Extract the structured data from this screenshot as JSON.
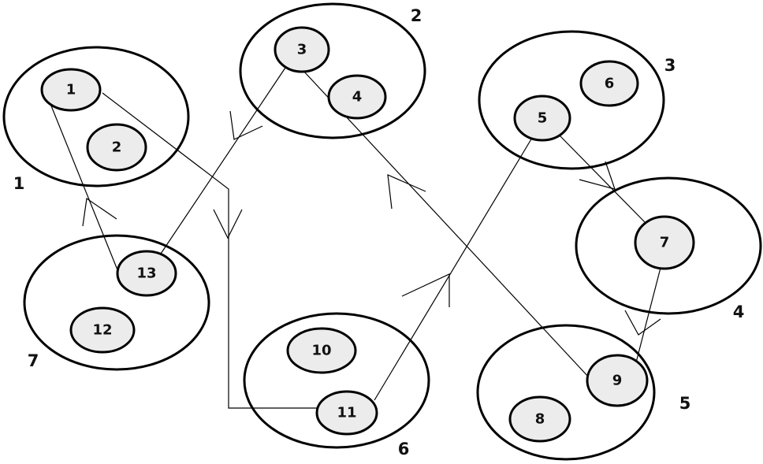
{
  "clusters": [
    {
      "id": "c1",
      "label": "1"
    },
    {
      "id": "c2",
      "label": "2"
    },
    {
      "id": "c3",
      "label": "3"
    },
    {
      "id": "c4",
      "label": "4"
    },
    {
      "id": "c5",
      "label": "5"
    },
    {
      "id": "c6",
      "label": "6"
    },
    {
      "id": "c7",
      "label": "7"
    }
  ],
  "nodes": [
    {
      "id": "n1",
      "label": "1",
      "cluster": "1"
    },
    {
      "id": "n2",
      "label": "2",
      "cluster": "1"
    },
    {
      "id": "n3",
      "label": "3",
      "cluster": "2"
    },
    {
      "id": "n4",
      "label": "4",
      "cluster": "2"
    },
    {
      "id": "n5",
      "label": "5",
      "cluster": "3"
    },
    {
      "id": "n6",
      "label": "6",
      "cluster": "3"
    },
    {
      "id": "n7",
      "label": "7",
      "cluster": "4"
    },
    {
      "id": "n8",
      "label": "8",
      "cluster": "5"
    },
    {
      "id": "n9",
      "label": "9",
      "cluster": "5"
    },
    {
      "id": "n10",
      "label": "10",
      "cluster": "6"
    },
    {
      "id": "n11",
      "label": "11",
      "cluster": "6"
    },
    {
      "id": "n12",
      "label": "12",
      "cluster": "7"
    },
    {
      "id": "n13",
      "label": "13",
      "cluster": "7"
    }
  ],
  "edges": [
    {
      "from": "1",
      "to": "11"
    },
    {
      "from": "11",
      "to": "5"
    },
    {
      "from": "5",
      "to": "7"
    },
    {
      "from": "7",
      "to": "9"
    },
    {
      "from": "9",
      "to": "3"
    },
    {
      "from": "3",
      "to": "13"
    },
    {
      "from": "13",
      "to": "1"
    }
  ]
}
